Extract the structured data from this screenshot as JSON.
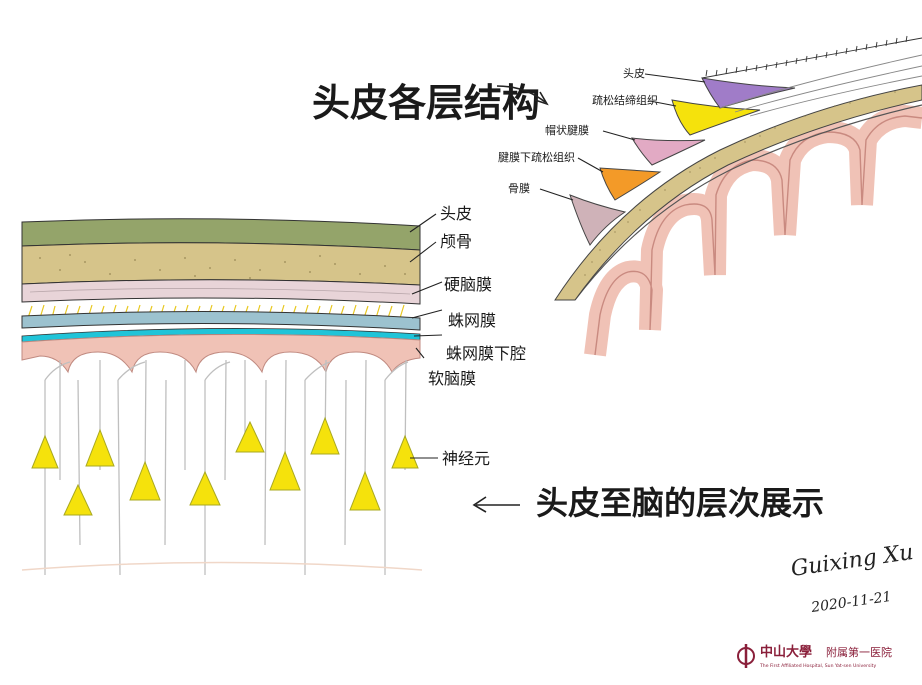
{
  "scalp_layers_title": "头皮各层结构",
  "scalp_labels": [
    "头皮",
    "疏松结缔组织",
    "帽状腱膜",
    "腱膜下疏松组织",
    "骨膜"
  ],
  "brain_layers_labels": [
    "头皮",
    "颅骨",
    "硬脑膜",
    "蛛网膜",
    "蛛网膜下腔",
    "软脑膜",
    "神经元"
  ],
  "left_caption": "头皮至脑的层次展示",
  "signature": {
    "name": "Guixing Xu",
    "date": "2020-11-21"
  },
  "logo": {
    "cn_name": "中山大學",
    "hospital": "附属第一医院",
    "en_name": "The First Affiliated Hospital, Sun Yat-sen University"
  },
  "colors": {
    "scalp_green": "#94a46a",
    "bone_tan": "#d6c48a",
    "dura_pink": "#e8d4d8",
    "arachnoid_blue": "#9cc2cf",
    "subarachnoid_cyan": "#20c4d8",
    "pia_peach": "#f0c2b6",
    "neuron_yellow": "#f5e20c",
    "dendrite_grey": "#d8d8d8",
    "purple": "#a07cc8",
    "orange": "#f39a28",
    "light_pink": "#e2aac4",
    "mauve": "#cfb2b8",
    "brand_red": "#8a1f3a"
  }
}
